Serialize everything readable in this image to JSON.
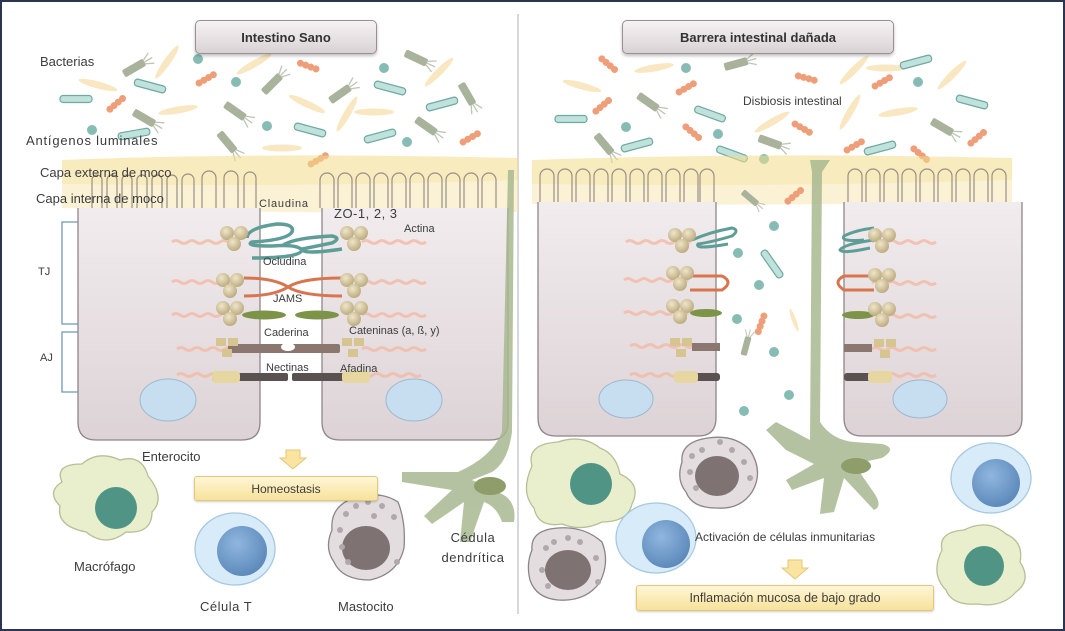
{
  "panels": {
    "left": {
      "title": "Intestino Sano",
      "labels": {
        "bacteria": "Bacterias",
        "luminal_antigens": "Antígenos luminales",
        "outer_mucus": "Capa externa de moco",
        "inner_mucus": "Capa interna de moco",
        "claudin": "Claudina",
        "zo": "ZO-1, 2, 3",
        "actin": "Actina",
        "occludin": "Ocludina",
        "jams": "JAMS",
        "cadherin": "Caderina",
        "catenins": "Cateninas (a, ß, y)",
        "nectins": "Nectinas",
        "afadin": "Afadina",
        "tj": "TJ",
        "aj": "AJ",
        "enterocyte": "Enterocito",
        "macrophage": "Macrófago",
        "t_cell": "Célula T",
        "mast_cell": "Mastocito",
        "dendritic_cell": "Cédula dendrítica"
      },
      "outcome": "Homeostasis"
    },
    "right": {
      "title": "Barrera intestinal dañada",
      "labels": {
        "dysbiosis": "Disbiosis intestinal",
        "immune_activation": "Activación de células inmunitarias"
      },
      "outcome": "Inflamación mucosa de bajo grado"
    }
  },
  "colors": {
    "frame_border": "#2b3552",
    "mucus": "#f3dc8a",
    "enterocyte": "#e5dde0",
    "claudin": "#5f9e98",
    "occludin": "#d8754f",
    "jams": "#7d9448",
    "cadherin": "#8c7670",
    "nectin": "#5a5250",
    "zo_protein": "#d2c39c",
    "nucleus": "#c7def0",
    "dendritic": "#a8b891",
    "macrophage": "#e9efcc",
    "t_cell": "#6f9ccb",
    "mast_cell": "#7e7273",
    "bacteria_teal": "#a8d6d0",
    "bacteria_orange": "#ee9f7a",
    "bacteria_yellow": "#f6e1b0",
    "antigen_dot": "#86bcb4"
  }
}
